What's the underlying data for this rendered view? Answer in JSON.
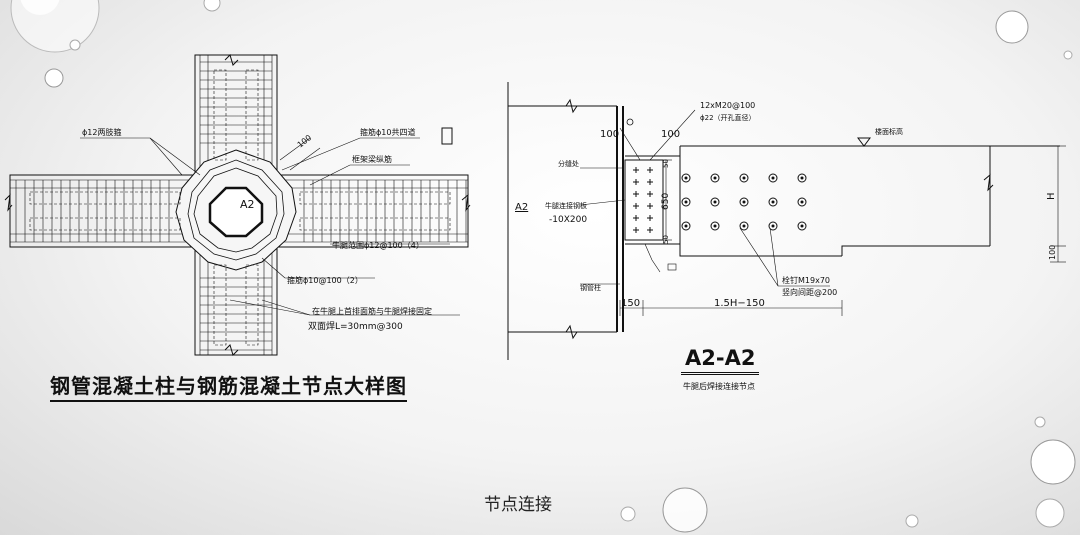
{
  "left_drawing": {
    "title": "钢管混凝土柱与钢筋混凝土节点大样图",
    "label_stirrup_double": "ϕ12两肢箍",
    "label_bar_four": "箍筋ϕ10共四道",
    "label_frame_beam_bar": "框架梁纵筋",
    "label_corbel_range": "牛腿范围ϕ12@100（4）",
    "label_stirrup_2": "箍筋ϕ10@100（2）",
    "label_weld_note": "在牛腿上首排面筋与牛腿焊接固定",
    "label_weld_len": "双面焊L=30mm@300",
    "label_section": "A2",
    "label_dim": "100"
  },
  "right_drawing": {
    "title": "A2-A2",
    "subtitle": "牛腿后焊接连接节点",
    "label_bolts": "12xM20@100",
    "label_hole": "ϕ22（开孔直径）",
    "label_seam": "分缝处",
    "label_plate": "牛腿连接钢板",
    "label_plate_size": "-10X200",
    "label_tube": "钢管柱",
    "label_floor": "楼面标高",
    "label_studs": "栓钉M19x70",
    "label_studs_spacing": "竖向间距@200",
    "label_section": "A2",
    "dim_100a": "100",
    "dim_100b": "100",
    "dim_650": "650",
    "dim_50a": "50",
    "dim_50b": "50",
    "dim_150": "150",
    "dim_len": "1.5H−150",
    "dim_H": "H",
    "dim_100c": "100"
  },
  "slide": {
    "caption": "节点连接"
  }
}
